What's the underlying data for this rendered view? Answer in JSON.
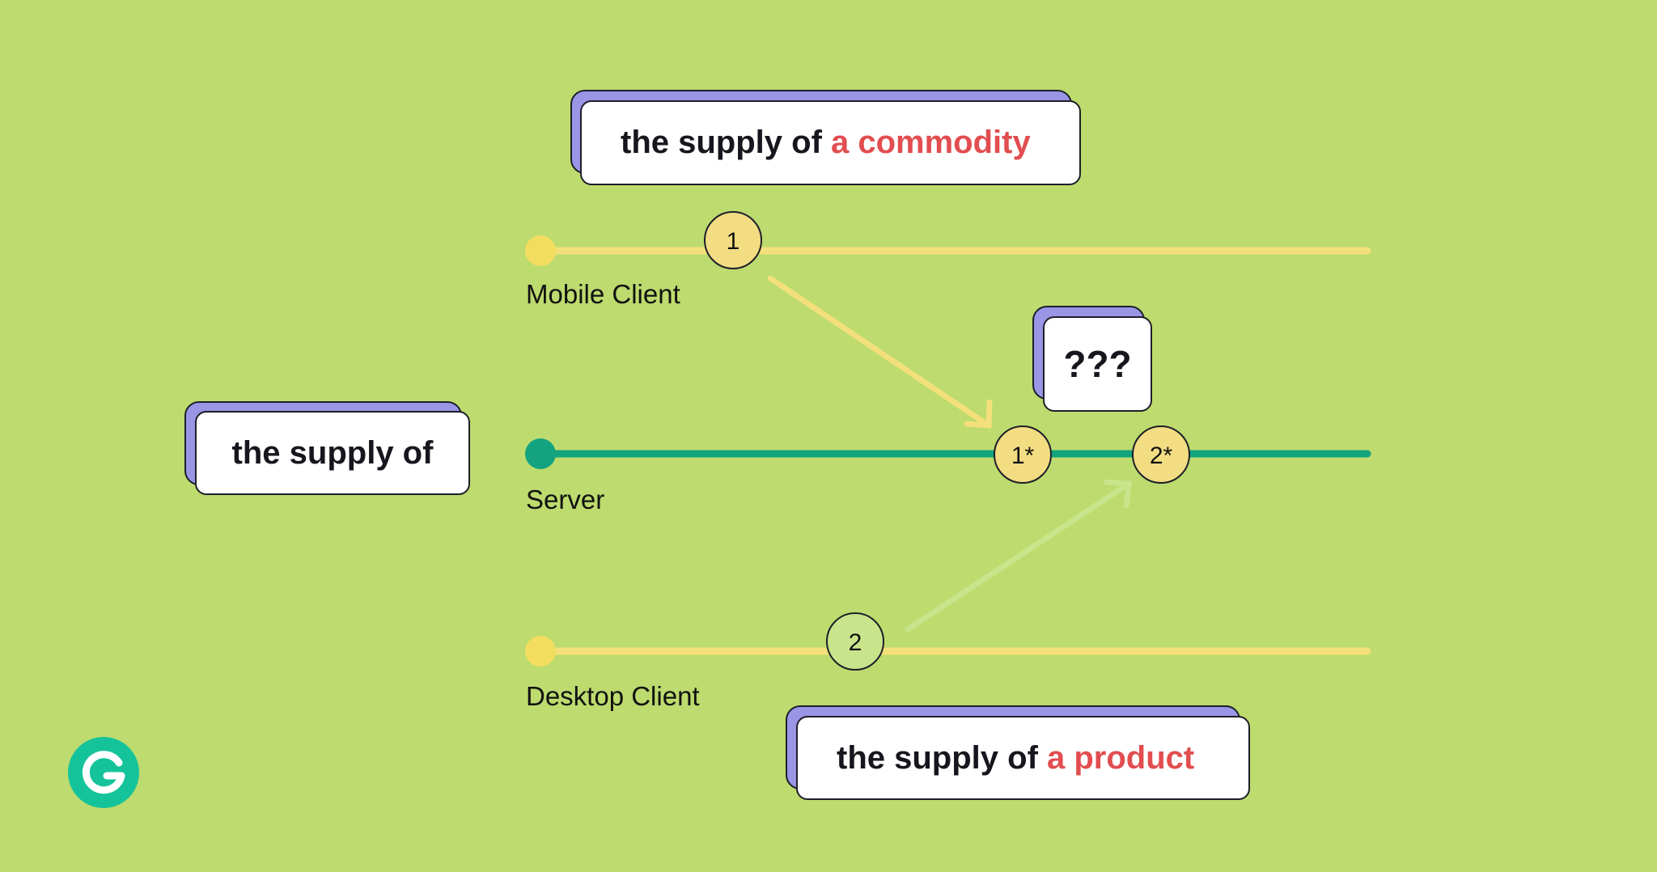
{
  "cards": {
    "commodity": {
      "prefix": "the supply of ",
      "accent": "a commodity"
    },
    "question": {
      "text": "???"
    },
    "base": {
      "text": "the supply of"
    },
    "product": {
      "prefix": "the supply of ",
      "accent": "a product"
    }
  },
  "lanes": {
    "mobile": {
      "label": "Mobile Client",
      "node": "1",
      "color": "#f3e07a"
    },
    "server": {
      "label": "Server",
      "node_1": "1*",
      "node_2": "2*",
      "color": "#13a37f"
    },
    "desktop": {
      "label": "Desktop Client",
      "node": "2",
      "color": "#f3e07a"
    }
  },
  "colors": {
    "frame": "#bddb6e",
    "card_shadow": "#9b95e6",
    "accent_text": "#e24d4f",
    "node_yellow": "#f3dd82",
    "node_green": "#c9e58c",
    "arrow_mobile": "#f3e07a",
    "arrow_desktop": "#c9e58c",
    "logo": "#15c39a"
  },
  "logo": {
    "icon": "grammarly-g-logo"
  }
}
